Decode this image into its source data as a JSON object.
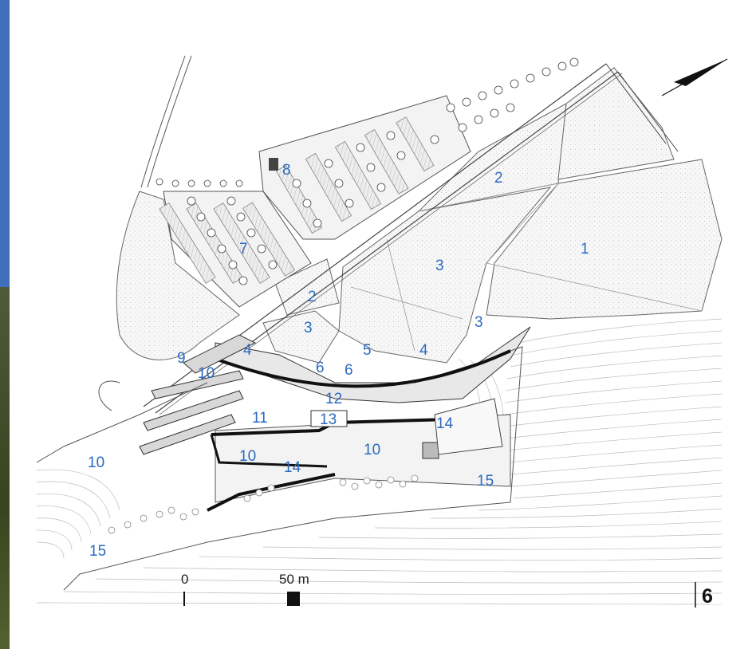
{
  "map": {
    "zone_labels": [
      "1",
      "2",
      "2",
      "3",
      "3",
      "3",
      "3",
      "4",
      "4",
      "5",
      "6",
      "6",
      "7",
      "8",
      "9",
      "10",
      "10",
      "10",
      "10",
      "10",
      "11",
      "12",
      "13",
      "14",
      "14",
      "15",
      "15"
    ]
  },
  "scale_bar": {
    "start_label": "0",
    "end_label": "50 m"
  },
  "page_number": "6",
  "colors": {
    "label_blue": "#2b6bbf",
    "linework": "#555555",
    "contour": "#b5b5b5",
    "left_strip_blue": "#3f6fb8",
    "left_strip_green": "#4a5530"
  },
  "icons": {
    "north_arrow": "north-arrow-icon"
  }
}
